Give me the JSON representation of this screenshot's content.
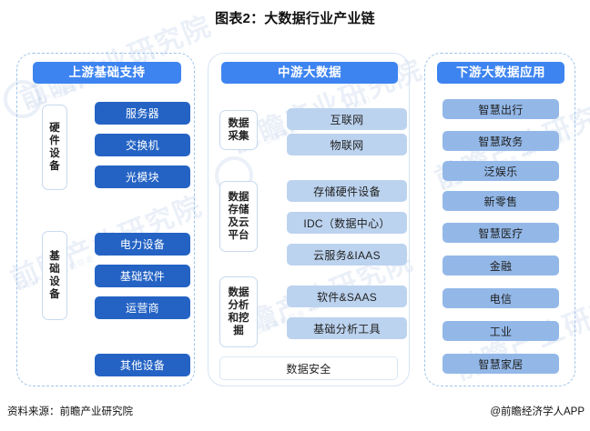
{
  "title": "图表2：大数据行业产业链",
  "columns": {
    "upstream": {
      "header": "上游基础支持",
      "groups": [
        {
          "label": "硬件设备",
          "label_lines": "硬\n件\n设\n备",
          "items": [
            "服务器",
            "交换机",
            "光模块"
          ]
        },
        {
          "label": "基础设备",
          "label_lines": "基\n础\n设\n备",
          "items": [
            "电力设备",
            "基础软件",
            "运营商",
            "其他设备"
          ]
        }
      ]
    },
    "midstream": {
      "header": "中游大数据",
      "groups": [
        {
          "label": "数据采集",
          "label_lines": "数据\n采集",
          "items": [
            "互联网",
            "物联网"
          ]
        },
        {
          "label": "数据存储及云平台",
          "label_lines": "数据\n存储\n及云\n平台",
          "items": [
            "存储硬件设备",
            "IDC（数据中心）",
            "云服务&IAAS"
          ]
        },
        {
          "label": "数据分析和挖掘",
          "label_lines": "数据\n分析\n和挖\n掘",
          "items": [
            "软件&SAAS",
            "基础分析工具"
          ]
        }
      ],
      "full_width_item": "数据安全"
    },
    "downstream": {
      "header": "下游大数据应用",
      "items": [
        "智慧出行",
        "智慧政务",
        "泛娱乐",
        "新零售",
        "智慧医疗",
        "金融",
        "电信",
        "工业",
        "智慧家居"
      ]
    }
  },
  "footer": {
    "source": "资料来源：前瞻产业研究院",
    "credit": "@前瞻经济学人APP"
  },
  "watermark": {
    "brand": "前瞻产业研究院",
    "sub": "中国产业咨询领导者（0755-3399）"
  },
  "colors": {
    "header_blue": "#3d84f0",
    "upstream_box": "#2463c4",
    "midstream_box": "#bcd3ef",
    "downstream_box": "#93b8e8",
    "dashed_border": "#9ec3ea"
  }
}
